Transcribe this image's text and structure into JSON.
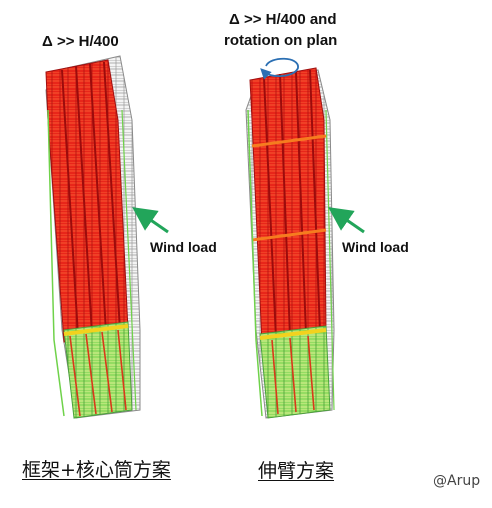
{
  "left_model": {
    "title": "Δ >> H/400",
    "wind_label": "Wind load",
    "caption": "框架+核心筒方案"
  },
  "right_model": {
    "title_line1": "Δ >> H/400 and",
    "title_line2": "rotation on plan",
    "wind_label": "Wind load",
    "caption": "伸臂方案"
  },
  "credit": "@Arup",
  "colors": {
    "stress_high": "#e8261a",
    "stress_mid": "#f57c1f",
    "stress_low": "#f2d21e",
    "frame_green": "#6fd24a",
    "frame_grey": "#9a9a9a",
    "wind_arrow": "#22a55a",
    "rotation_arrow": "#2b6fb3"
  }
}
